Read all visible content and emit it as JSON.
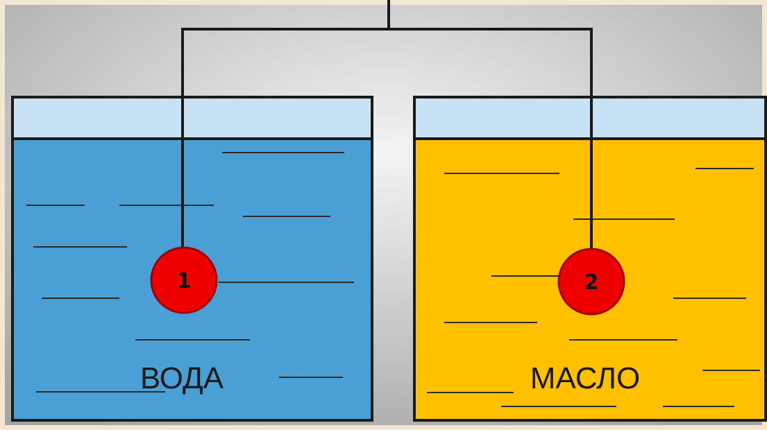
{
  "colors": {
    "frame": "#f3e6d2",
    "background_light": "#f4f4f4",
    "background_dark": "#a6a6a6",
    "water": "#4aa0d5",
    "oil": "#ffc000",
    "air_gap": "#c6e2f3",
    "ball": "#ee0000",
    "ball_stroke": "#9c0000",
    "wire": "#1a1a1a"
  },
  "containers": [
    {
      "id": "water",
      "label": "ВОДА"
    },
    {
      "id": "oil",
      "label": "МАСЛО"
    }
  ],
  "balls": [
    {
      "number": "1",
      "container": "water"
    },
    {
      "number": "2",
      "container": "oil"
    }
  ]
}
